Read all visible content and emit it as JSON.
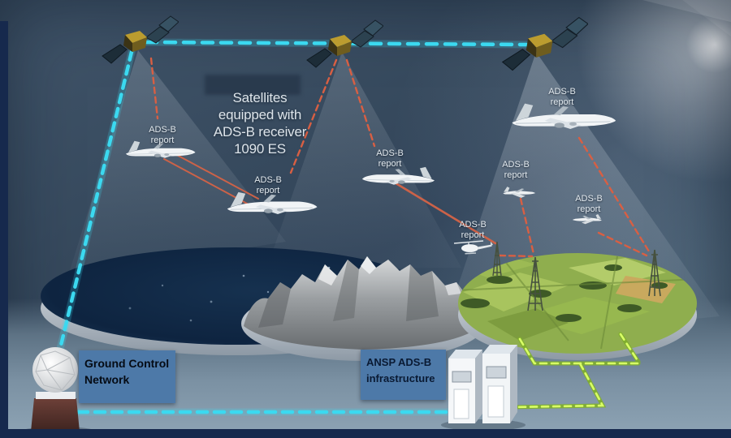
{
  "caption": {
    "lines": [
      "Satellites",
      "equipped with",
      "ADS-B receiver",
      "1090 ES"
    ],
    "text": "Satellites equipped with ADS-B receiver 1090 ES"
  },
  "labels": {
    "adsb": {
      "line1": "ADS-B",
      "line2": "report",
      "occurrences": 7
    },
    "ground_control": "Ground Control Network",
    "ansp_infrastructure": "ANSP ADS-B infrastructure"
  },
  "legend_colors": {
    "satellite_crosslink_cyan": "#3bd9f0",
    "adsb_report_link_orange": "#d85f43",
    "ground_network_green": "#bdea3f",
    "label_box_blue": "#4d79a8",
    "border_navy": "#16294d"
  },
  "entities": {
    "satellites": 3,
    "airliners": 3,
    "business_jets": 1,
    "light_aircraft": 2,
    "helicopters": 1,
    "radio_towers": 3,
    "terrain_discs": [
      "ocean",
      "mountains",
      "farmland"
    ],
    "ground_station": "geodesic dome",
    "server_towers": 2
  }
}
